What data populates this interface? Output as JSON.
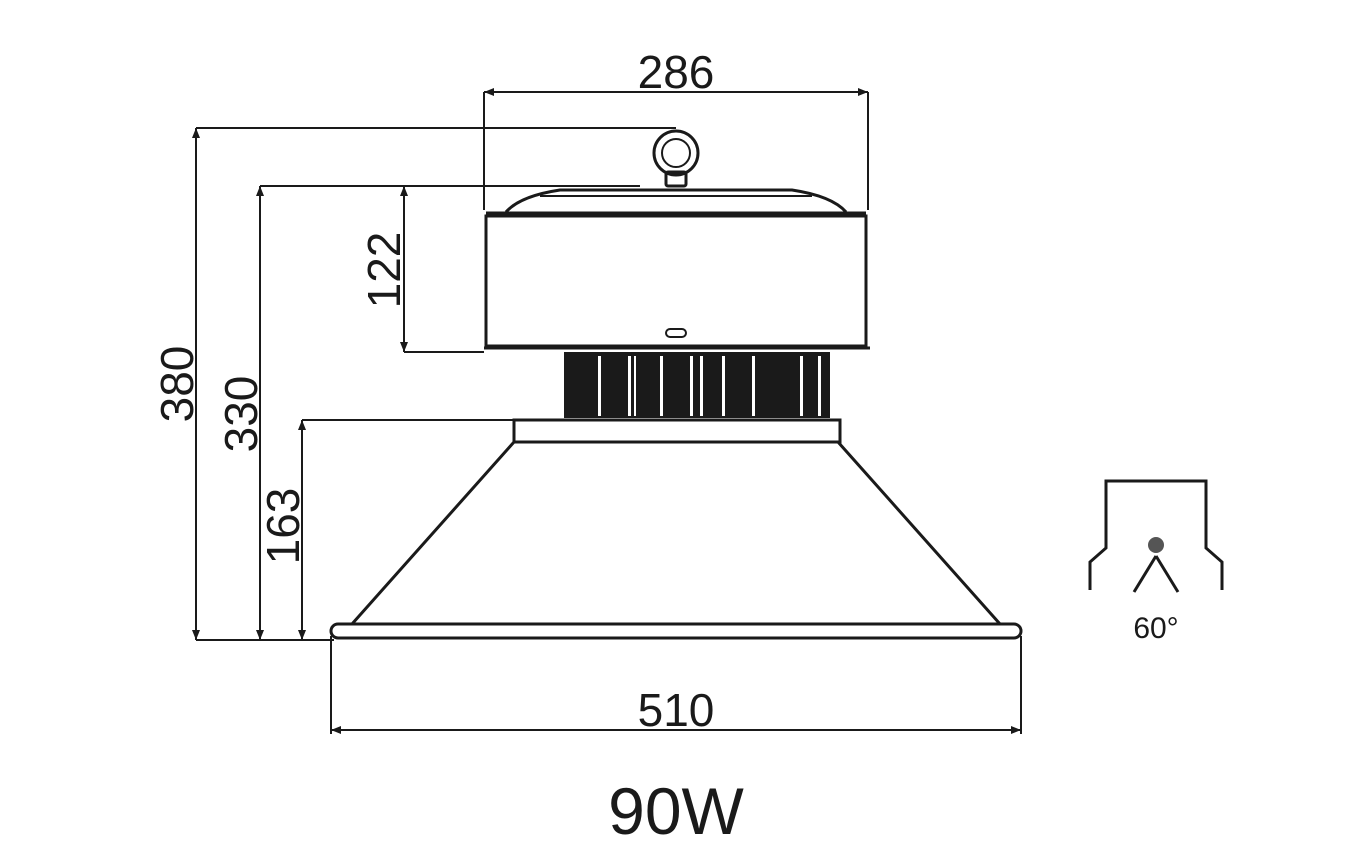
{
  "dimensions": {
    "top_width": "286",
    "height_overall": "380",
    "height_body": "330",
    "height_driver": "122",
    "height_reflector": "163",
    "bottom_width": "510"
  },
  "beam": {
    "angle_label": "60°"
  },
  "model": {
    "power_label": "90W"
  },
  "colors": {
    "line": "#1a1a1a",
    "background": "#ffffff",
    "heatsink": "#1a1a1a",
    "beam_dot": "#555555"
  }
}
